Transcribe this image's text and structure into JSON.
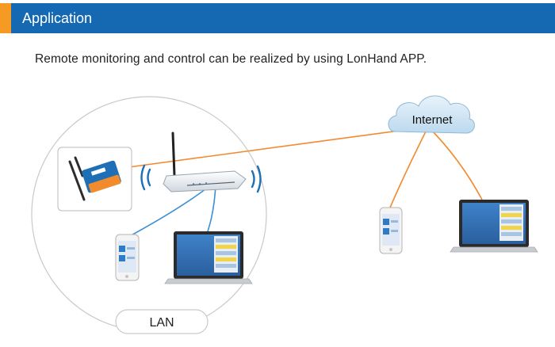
{
  "header": {
    "title": "Application",
    "bar_color": "#1569b3",
    "accent_color": "#f59a23"
  },
  "intro_text": "Remote monitoring and control can be realized by using LonHand APP.",
  "diagram": {
    "cloud_label": "Internet",
    "lan_label": "LAN",
    "line_colors": {
      "internet_link": "#f28a2e",
      "lan_link": "#3a8fd6"
    },
    "icons": {
      "controller": "relay-controller-icon",
      "router": "wifi-router-icon",
      "phone": "smartphone-icon",
      "laptop": "laptop-icon",
      "cloud": "cloud-icon"
    }
  }
}
